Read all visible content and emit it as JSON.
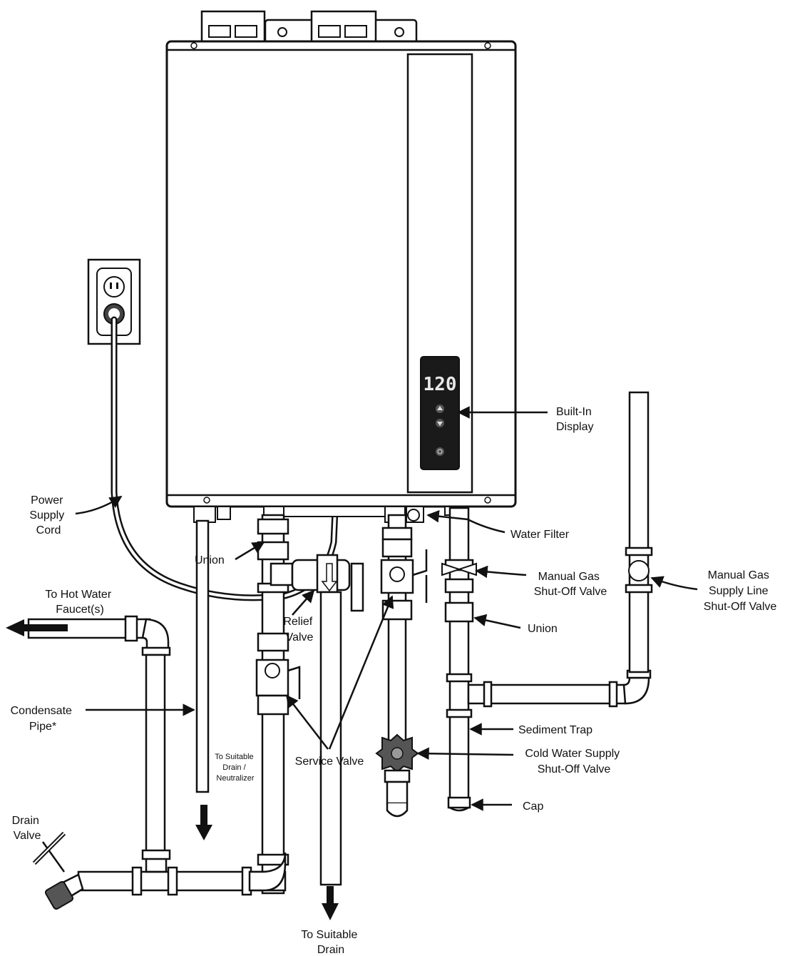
{
  "display": {
    "temperature": "120"
  },
  "labels": {
    "power_supply_cord": [
      "Power",
      "Supply",
      "Cord"
    ],
    "to_hot_water": [
      "To Hot Water",
      "Faucet(s)"
    ],
    "union_left": "Union",
    "relief_valve": [
      "Relief",
      "Valve"
    ],
    "condensate_pipe": [
      "Condensate",
      "Pipe*"
    ],
    "to_suitable_drain_neutralizer": [
      "To Suitable",
      "Drain /",
      "Neutralizer"
    ],
    "service_valve": "Service Valve",
    "drain_valve": [
      "Drain",
      "Valve"
    ],
    "to_suitable_drain": [
      "To Suitable",
      "Drain"
    ],
    "built_in_display": [
      "Built-In",
      "Display"
    ],
    "water_filter": "Water Filter",
    "manual_gas_shutoff": [
      "Manual Gas",
      "Shut-Off Valve"
    ],
    "manual_gas_supply_line": [
      "Manual Gas",
      "Supply Line",
      "Shut-Off Valve"
    ],
    "union_right": "Union",
    "sediment_trap": "Sediment Trap",
    "cold_water_supply": [
      "Cold Water Supply",
      "Shut-Off Valve"
    ],
    "cap": "Cap"
  }
}
